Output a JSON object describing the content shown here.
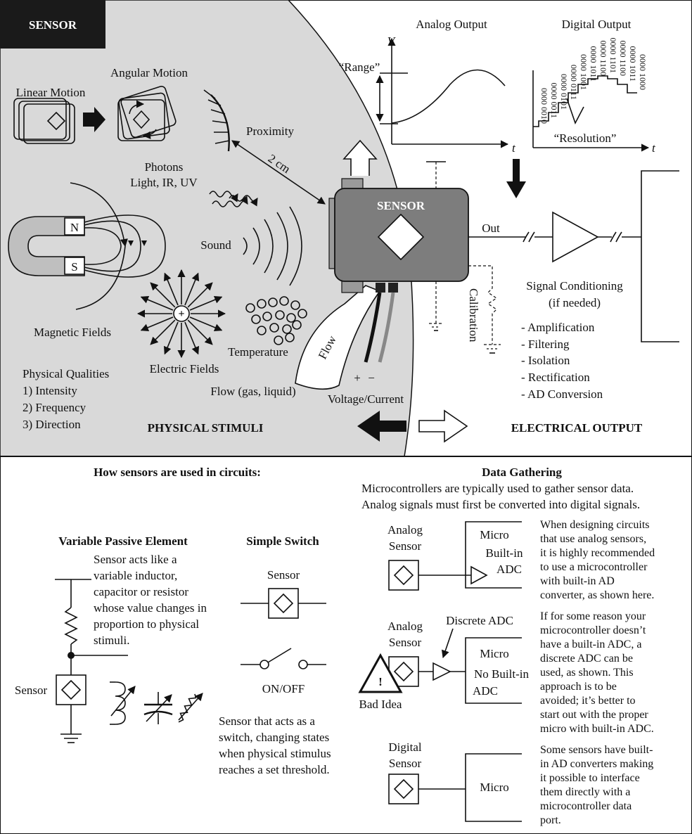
{
  "header": {
    "badge": "SENSOR"
  },
  "stimuli": {
    "linear_motion": "Linear Motion",
    "angular_motion": "Angular Motion",
    "proximity": "Proximity",
    "distance": "2 cm",
    "photons_1": "Photons",
    "photons_2": "Light, IR, UV",
    "magnet_n": "N",
    "magnet_s": "S",
    "magnetic_fields": "Magnetic Fields",
    "sound": "Sound",
    "electric_plus": "+",
    "electric_fields": "Electric Fields",
    "temperature": "Temperature",
    "flow": "Flow",
    "flow_gas": "Flow (gas, liquid)",
    "qualities_title": "Physical Qualities",
    "qualities": [
      "1) Intensity",
      "2) Frequency",
      "3) Direction"
    ],
    "section_label": "PHYSICAL STIMULI"
  },
  "sensor_box": {
    "label": "SENSOR",
    "plus": "+",
    "minus": "−",
    "voltage_current": "Voltage/Current",
    "calibration": "Calibration"
  },
  "output": {
    "analog_title": "Analog Output",
    "analog_v": "V",
    "analog_range": "“Range”",
    "analog_t": "t",
    "digital_title": "Digital Output",
    "digital_codes": [
      "0000 0010",
      "0000 0011",
      "0000 0101",
      "0000 0111",
      "0000 1001",
      "0000 1011",
      "0000 1100",
      "0000 1101",
      "0000 1100",
      "0000 1011",
      "0000 1000"
    ],
    "digital_resolution": "“Resolution”",
    "digital_t": "t",
    "out_label": "Out",
    "conditioning_1": "Signal Conditioning",
    "conditioning_2": "(if needed)",
    "conditioning_items": [
      "- Amplification",
      "- Filtering",
      "- Isolation",
      "- Rectification",
      "- AD Conversion"
    ],
    "section_label": "ELECTRICAL OUTPUT"
  },
  "circuits": {
    "title": "How sensors are used in circuits:",
    "vpe_title": "Variable Passive Element",
    "vpe_desc": [
      "Sensor acts like a",
      "variable inductor,",
      "capacitor or resistor",
      "whose value changes in",
      "proportion to physical",
      "stimuli."
    ],
    "vpe_sensor": "Sensor",
    "switch_title": "Simple Switch",
    "switch_sensor": "Sensor",
    "switch_onoff": "ON/OFF",
    "switch_desc": [
      "Sensor that acts as a",
      "switch, changing states",
      "when physical stimulus",
      "reaches a set threshold."
    ]
  },
  "data_gathering": {
    "title": "Data Gathering",
    "intro": [
      "Microcontrollers are typically used to gather sensor data.",
      "Analog signals must first be converted into digital signals."
    ],
    "row1": {
      "sensor_1": "Analog",
      "sensor_2": "Sensor",
      "micro": "Micro",
      "adc_1": "Built-in",
      "adc_2": "ADC",
      "desc": [
        "When designing circuits",
        "that use analog sensors,",
        "it is highly recommended",
        "to use a microcontroller",
        "with built-in AD",
        "converter, as shown here."
      ]
    },
    "row2": {
      "discrete": "Discrete ADC",
      "sensor_1": "Analog",
      "sensor_2": "Sensor",
      "bang": "!",
      "bad_idea": "Bad Idea",
      "micro": "Micro",
      "adc_1": "No Built-in",
      "adc_2": "ADC",
      "desc": [
        "If for some reason your",
        "microcontroller doesn’t",
        "have a built-in ADC, a",
        "discrete ADC can be",
        "used, as shown. This",
        "approach is to be",
        "avoided; it’s better to",
        "start out with the proper",
        "micro with built-in ADC."
      ]
    },
    "row3": {
      "sensor_1": "Digital",
      "sensor_2": "Sensor",
      "micro": "Micro",
      "desc": [
        "Some sensors have built-",
        "in AD converters making",
        "it possible to interface",
        "them directly with a",
        "microcontroller data",
        "port."
      ]
    }
  }
}
